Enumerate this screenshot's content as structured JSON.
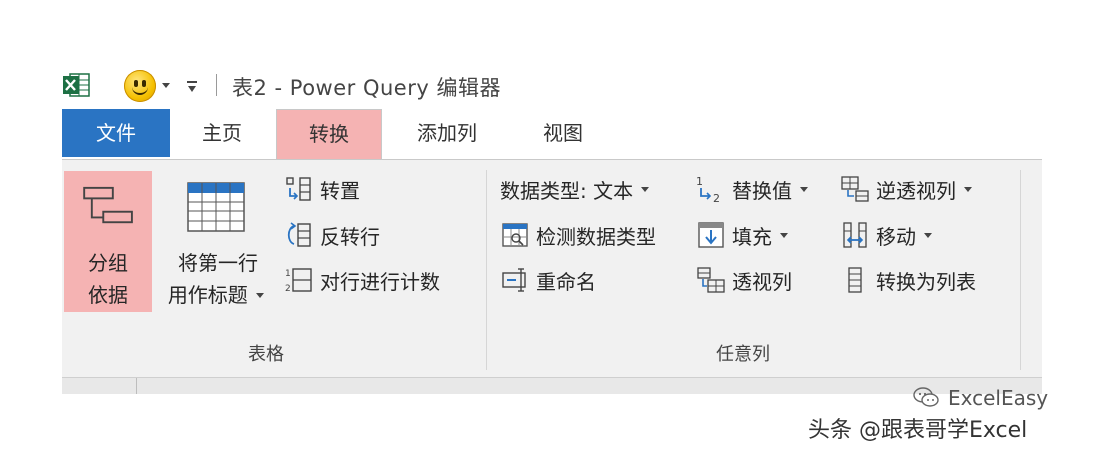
{
  "window": {
    "title": "表2 - Power Query 编辑器"
  },
  "tabs": [
    {
      "label": "文件"
    },
    {
      "label": "主页"
    },
    {
      "label": "转换"
    },
    {
      "label": "添加列"
    },
    {
      "label": "视图"
    }
  ],
  "groups": {
    "table": {
      "label": "表格",
      "group_by": {
        "line1": "分组",
        "line2": "依据"
      },
      "first_row": {
        "line1": "将第一行",
        "line2": "用作标题"
      },
      "transpose": "转置",
      "reverse_rows": "反转行",
      "count_rows": "对行进行计数"
    },
    "any_column": {
      "label": "任意列",
      "data_type": "数据类型: 文本",
      "detect_type": "检测数据类型",
      "rename": "重命名",
      "replace_values": "替换值",
      "fill": "填充",
      "pivot": "透视列",
      "unpivot": "逆透视列",
      "move": "移动",
      "convert_to_list": "转换为列表",
      "replace_icon_digits": {
        "top": "1",
        "bottom": "2"
      }
    }
  },
  "watermark": {
    "name": "ExcelEasy",
    "credit": "头条 @跟表哥学Excel"
  },
  "colors": {
    "file_tab": "#2a74c3",
    "highlight": "#f5b3b3",
    "ribbon_bg": "#f1f1f1",
    "excel_green": "#1d7044"
  }
}
